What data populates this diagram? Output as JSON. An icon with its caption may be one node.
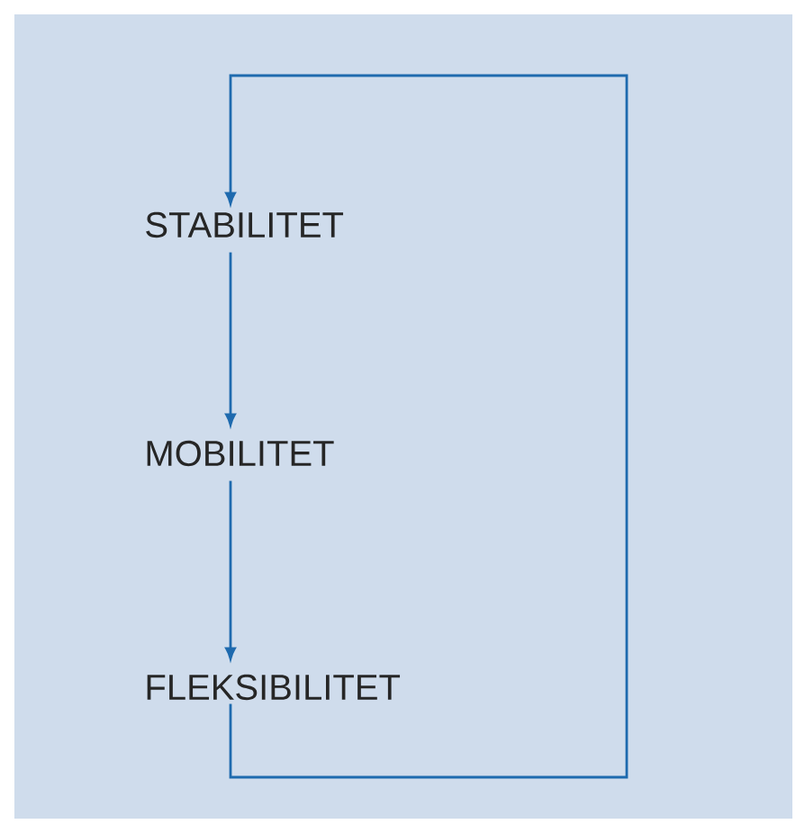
{
  "diagram": {
    "nodes": [
      {
        "text": [
          "STABILITET"
        ]
      },
      {
        "text": [
          "MOBILITET"
        ]
      },
      {
        "text": [
          "FLEKSIBILITET"
        ]
      }
    ],
    "edges": [
      {
        "from": 0,
        "to": 1,
        "arrow": "to"
      },
      {
        "from": 1,
        "to": 2,
        "arrow": "to"
      },
      {
        "from": 2,
        "to": 0,
        "arrow": "to"
      }
    ]
  }
}
